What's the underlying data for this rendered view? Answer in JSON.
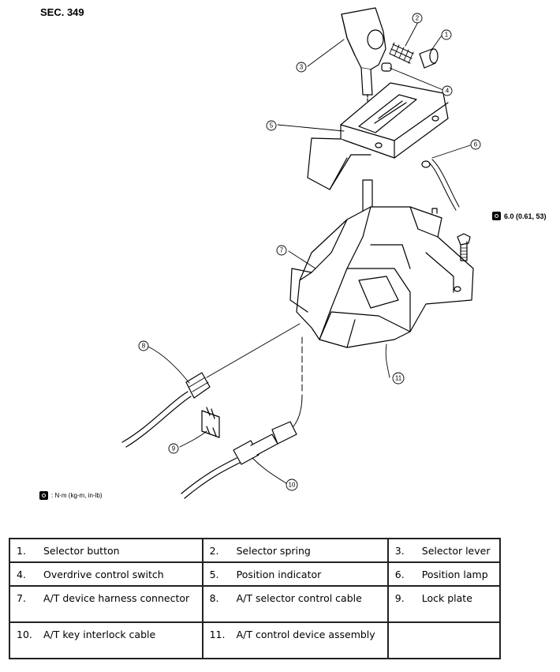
{
  "section": "SEC. 349",
  "callouts": [
    "1",
    "2",
    "3",
    "4",
    "5",
    "6",
    "7",
    "8",
    "9",
    "10",
    "11"
  ],
  "torque_spec": "6.0 (0.61, 53)",
  "torque_icon": "torque-wrench-icon",
  "note": ": N·m (kg-m, in-lb)",
  "legend": [
    {
      "num": "1.",
      "label": "Selector button"
    },
    {
      "num": "2.",
      "label": "Selector spring"
    },
    {
      "num": "3.",
      "label": "Selector lever"
    },
    {
      "num": "4.",
      "label": "Overdrive control switch"
    },
    {
      "num": "5.",
      "label": "Position indicator"
    },
    {
      "num": "6.",
      "label": "Position lamp"
    },
    {
      "num": "7.",
      "label": "A/T device harness connector"
    },
    {
      "num": "8.",
      "label": "A/T selector control cable"
    },
    {
      "num": "9.",
      "label": "Lock plate"
    },
    {
      "num": "10.",
      "label": "A/T key interlock cable"
    },
    {
      "num": "11.",
      "label": "A/T control device assembly"
    },
    {
      "num": "",
      "label": ""
    }
  ]
}
